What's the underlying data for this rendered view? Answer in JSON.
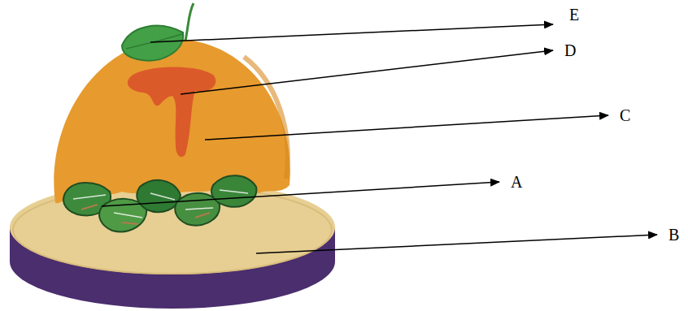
{
  "diagram": {
    "labels": [
      "E",
      "D",
      "C",
      "A",
      "B"
    ]
  }
}
